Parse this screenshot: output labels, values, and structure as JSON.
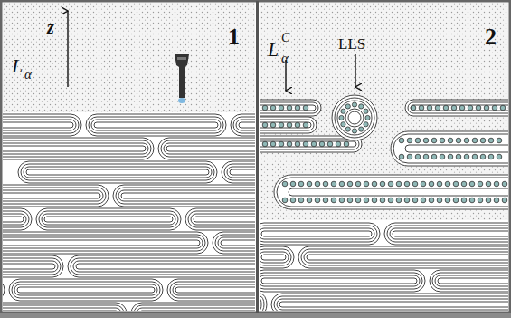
{
  "diagram": {
    "labels": [
      "z",
      "1",
      "L",
      "α",
      "2",
      "L",
      "C",
      "α",
      "LLS"
    ]
  }
}
